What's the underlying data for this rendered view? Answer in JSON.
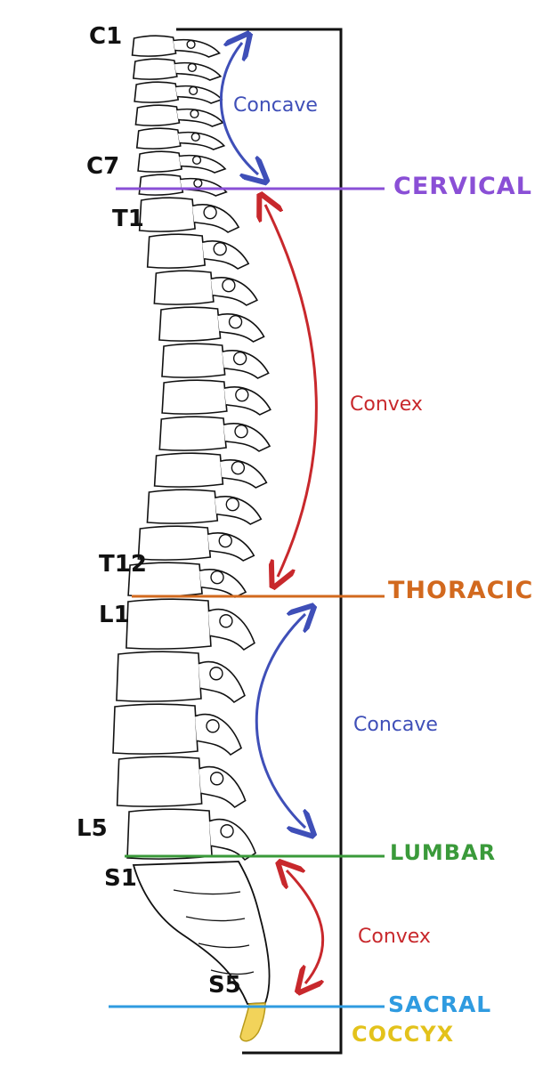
{
  "colors": {
    "outline": "#111111",
    "cervical": "#8a4fd6",
    "thoracic": "#d2691e",
    "lumbar": "#3a9a3a",
    "sacral": "#2f9be0",
    "coccyx": "#e3c21b",
    "concave": "#3f4fb8",
    "convex": "#c8282c"
  },
  "vertebra_labels": {
    "c1": "C1",
    "c7": "C7",
    "t1": "T1",
    "t12": "T12",
    "l1": "L1",
    "l5": "L5",
    "s1": "S1",
    "s5": "S5"
  },
  "regions": {
    "cervical": "CERVICAL",
    "thoracic": "THORACIC",
    "lumbar": "LUMBAR",
    "sacral": "SACRAL",
    "coccyx": "COCCYX"
  },
  "curves": {
    "cervical": "Concave",
    "thoracic": "Convex",
    "lumbar": "Concave",
    "sacral": "Convex"
  }
}
